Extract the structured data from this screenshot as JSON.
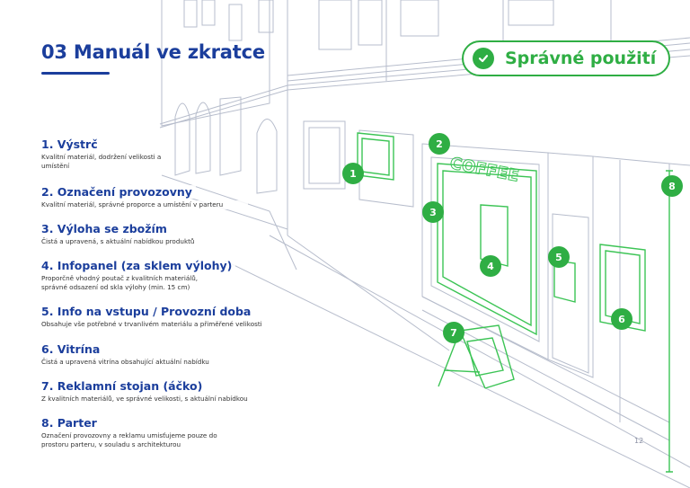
{
  "title": "03 Manuál ve zkratce",
  "badge": {
    "label": "Správné použití",
    "icon": "check-icon",
    "color": "#2fae44"
  },
  "accent_color": "#1b3e9c",
  "items": [
    {
      "title": "1. Výstrč",
      "description": "Kvalitní materiál, dodržení velikosti a umístění"
    },
    {
      "title": "2. Označení provozovny",
      "description": "Kvalitní materiál, správné proporce a umístění v parteru"
    },
    {
      "title": "3. Výloha se zbožím",
      "description": "Čistá a upravená, s aktuální nabídkou produktů"
    },
    {
      "title": "4. Infopanel (za sklem výlohy)",
      "description": "Proporčně vhodný poutač z kvalitních materiálů, správné odsazení od skla výlohy (min. 15 cm)"
    },
    {
      "title": "5. Info na vstupu / Provozní doba",
      "description": "Obsahuje vše potřebné v trvanlivém materiálu a přiměřené velikosti"
    },
    {
      "title": "6. Vitrína",
      "description": "Čistá a upravená vitrína obsahující aktuální nabídku"
    },
    {
      "title": "7. Reklamní stojan (áčko)",
      "description": "Z kvalitních materiálů, ve správné velikosti, s aktuální nabídkou"
    },
    {
      "title": "8. Parter",
      "description": "Označení provozovny a reklamu umisťujeme pouze do prostoru parteru, v souladu s architekturou"
    }
  ],
  "illustration": {
    "sign_text": "COFFEE",
    "markers": [
      "1",
      "2",
      "3",
      "4",
      "5",
      "6",
      "7",
      "8"
    ]
  },
  "page_number": "12"
}
